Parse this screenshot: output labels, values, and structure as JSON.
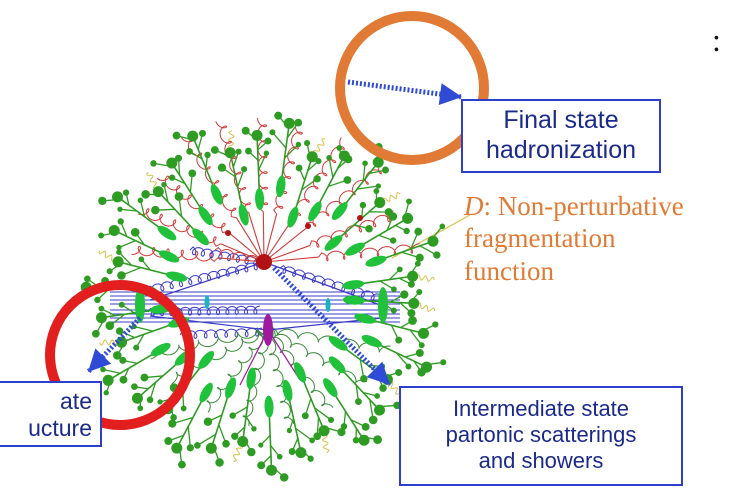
{
  "boxes": {
    "final": {
      "line1": "Final state",
      "line2": "hadronization"
    },
    "initial": {
      "line1": "ate",
      "line2": "ucture"
    },
    "intermediate": {
      "line1": "Intermediate state",
      "line2": "partonic scatterings",
      "line3": "and showers"
    }
  },
  "fragmentation": {
    "symbol": "D",
    "line1_rest": ": Non-perturbative",
    "line2": "fragmentation",
    "line3": "function"
  },
  "corner_mark": ":",
  "colors": {
    "box_border": "#2e3fc8",
    "box_text": "#1b2a8a",
    "arrow": "#2f4bd6",
    "annotation_text": "#e07a35",
    "orange_circle": "#e07a35",
    "red_circle": "#e31e1e",
    "hadron_green": "#2e9b23",
    "ellipse_green": "#1fc23a",
    "gluon_red": "#d23c3c",
    "gluon_blue": "#3b3bc8",
    "gluon_green": "#3a8a3a",
    "photon_yellow": "#d8c247",
    "vertex_red": "#b31212",
    "vertex_purple": "#a01aa0",
    "cyan": "#19b3c2"
  }
}
